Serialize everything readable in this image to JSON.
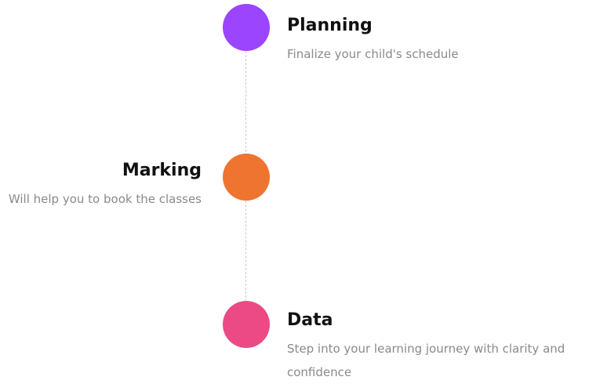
{
  "steps": [
    {
      "title": "Planning",
      "description": "Finalize your child's schedule",
      "color": "#9b45ff"
    },
    {
      "title": "Marking",
      "description": "Will help you to book the classes",
      "color": "#ee7430"
    },
    {
      "title": "Data",
      "description": "Step into your learning journey with clarity and confidence",
      "color": "#ec4a84"
    }
  ]
}
